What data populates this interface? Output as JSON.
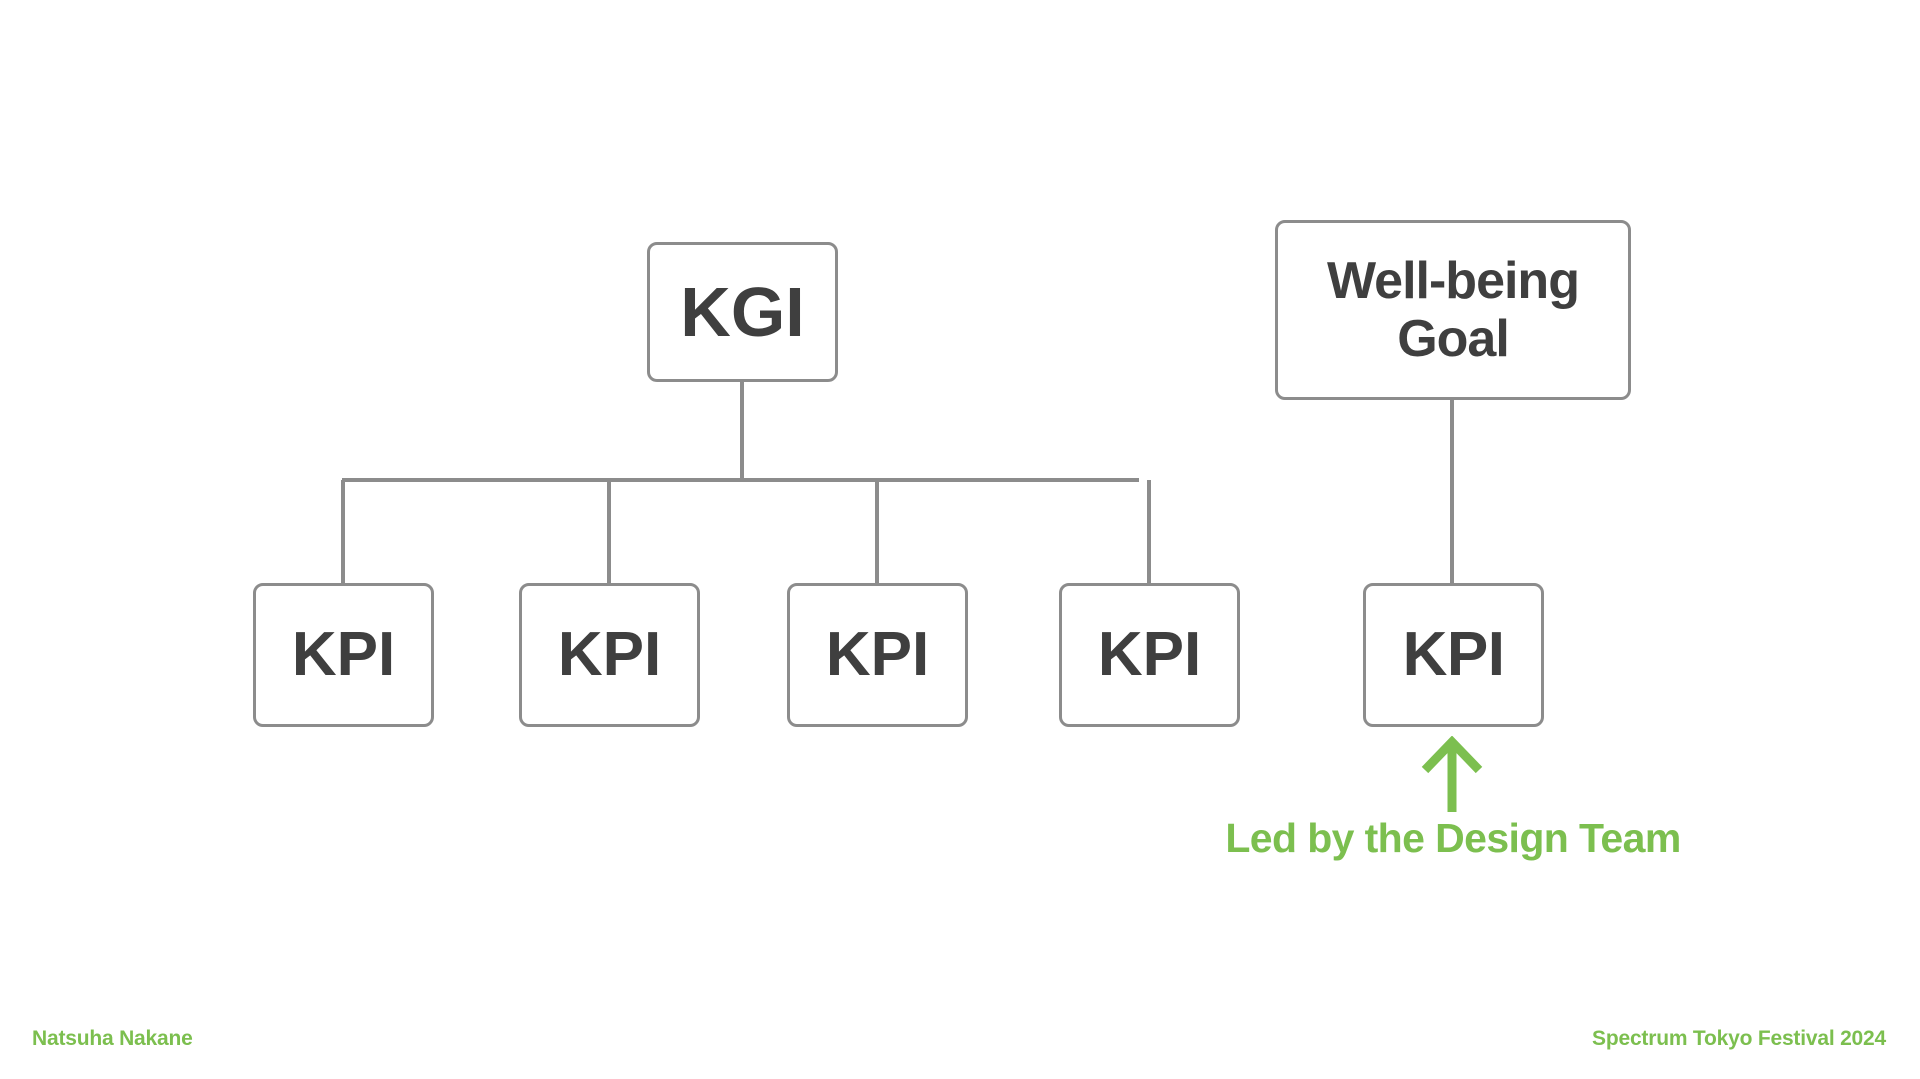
{
  "slide": {
    "background_color": "#ffffff",
    "line_color": "#8c8c8c",
    "text_color": "#3f3f3f",
    "accent_color": "#7cbf4f"
  },
  "diagram": {
    "root": {
      "label": "KGI"
    },
    "children": [
      {
        "label": "KPI"
      },
      {
        "label": "KPI"
      },
      {
        "label": "KPI"
      },
      {
        "label": "KPI"
      }
    ],
    "wellbeing": {
      "root": {
        "label": "Well-being\nGoal",
        "line1": "Well-being",
        "line2": "Goal"
      },
      "child": {
        "label": "KPI"
      },
      "annotation": "Led by the Design Team",
      "arrow": "arrow-up-icon"
    }
  },
  "footer": {
    "left": "Natsuha Nakane",
    "right": "Spectrum Tokyo Festival 2024"
  }
}
